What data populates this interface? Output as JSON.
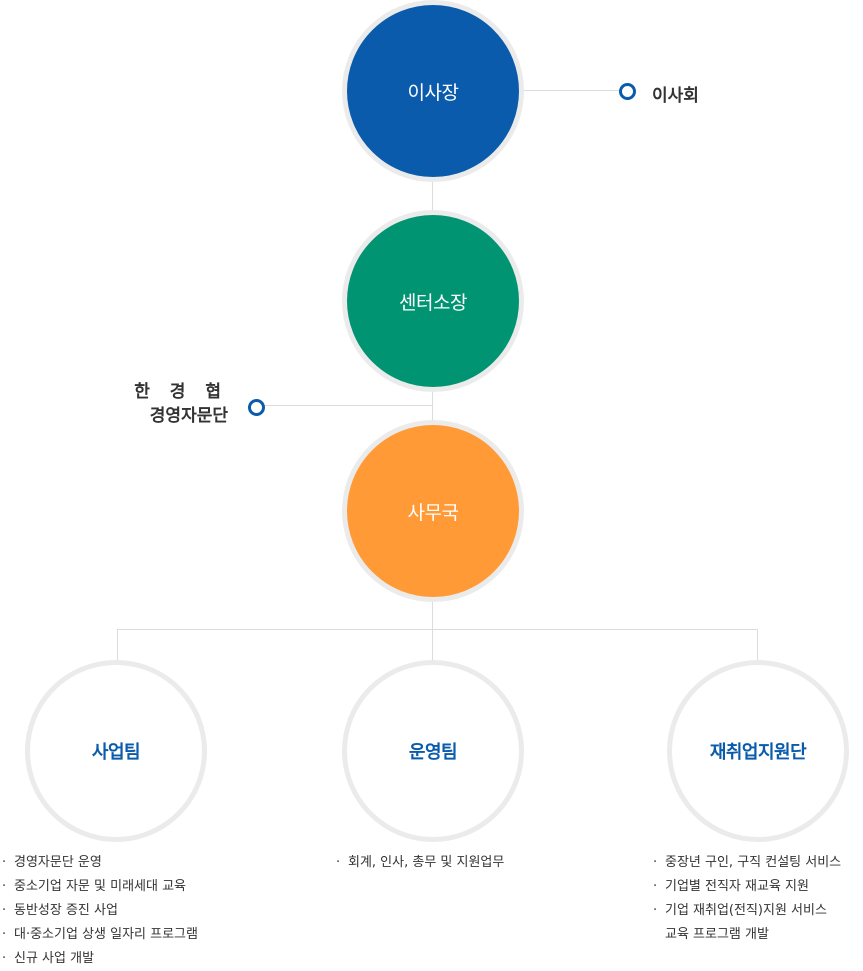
{
  "chairman": {
    "label": "이사장",
    "color": "#0a5bab"
  },
  "board": {
    "label": "이사회"
  },
  "director": {
    "label": "센터소장",
    "color": "#009473"
  },
  "advisory": {
    "line1": "한 경 협",
    "line2": "경영자문단"
  },
  "secretariat": {
    "label": "사무국",
    "color": "#ff9a36"
  },
  "teams": [
    {
      "label": "사업팀",
      "duties": [
        "경영자문단 운영",
        "중소기업 자문 및 미래세대 교육",
        "동반성장 증진 사업",
        "대·중소기업 상생 일자리 프로그램",
        "신규 사업 개발"
      ]
    },
    {
      "label": "운영팀",
      "duties": [
        "회계, 인사, 총무 및 지원업무"
      ]
    },
    {
      "label": "재취업지원단",
      "duties": [
        "중장년 구인, 구직 컨설팅 서비스",
        "기업별 전직자 재교육 지원",
        "기업 재취업(전직)지원 서비스",
        "교육 프로그램 개발"
      ]
    }
  ]
}
